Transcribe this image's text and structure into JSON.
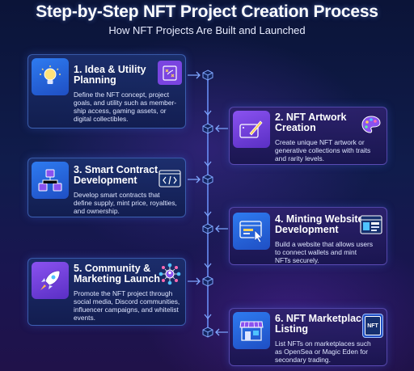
{
  "header": {
    "title": "Step-by-Step NFT Project Creation Process",
    "subtitle": "How NFT Projects Are Built and Launched"
  },
  "steps": [
    {
      "title_line1": "1. Idea & Utility",
      "title_line2": "Planning",
      "desc_lines": [
        "Define the NFT concept, project",
        "goals, and utility such as member-",
        "ship access, gaming assets, or",
        "digital collectibles."
      ],
      "icon": "lightbulb-icon",
      "secondary_icon": "strategy-board-icon"
    },
    {
      "title_line1": "2. NFT Artwork",
      "title_line2": "Creation",
      "desc_lines": [
        "Create unique NFT artwork or",
        "generative collections with traits",
        "and rarity levels."
      ],
      "icon": "drawing-tablet-icon",
      "secondary_icon": "palette-icon"
    },
    {
      "title_line1": "3. Smart Contract",
      "title_line2": "Development",
      "desc_lines": [
        "Develop smart contracts that",
        "define supply, mint price, royalties,",
        "and ownership."
      ],
      "icon": "blockchain-cubes-icon",
      "secondary_icon": "code-window-icon"
    },
    {
      "title_line1": "4. Minting Website",
      "title_line2": "Development",
      "desc_lines": [
        "Build a website that allows users",
        "to connect wallets and mint",
        "NFTs securely."
      ],
      "icon": "browser-cursor-icon",
      "secondary_icon": "web-layout-icon"
    },
    {
      "title_line1": "5. Community &",
      "title_line2": "Marketing Launch",
      "desc_lines": [
        "Promote the NFT project through",
        "social media, Discord communities,",
        "influencer campaigns, and whitelist",
        "events."
      ],
      "icon": "rocket-icon",
      "secondary_icon": "community-network-icon"
    },
    {
      "title_line1": "6. NFT Marketplace",
      "title_line2": "Listing",
      "desc_lines": [
        "List NFTs on marketplaces such",
        "as OpenSea or Magic Eden for",
        "secondary trading."
      ],
      "icon": "storefront-icon",
      "secondary_icon": "nft-tag-icon",
      "tag_text": "NFT"
    }
  ],
  "colors": {
    "background_top": "#0b1438",
    "background_bottom": "#20124a",
    "accent_blue": "#2e7bf0",
    "accent_purple": "#8a52f0",
    "connector": "#6e96ff"
  }
}
